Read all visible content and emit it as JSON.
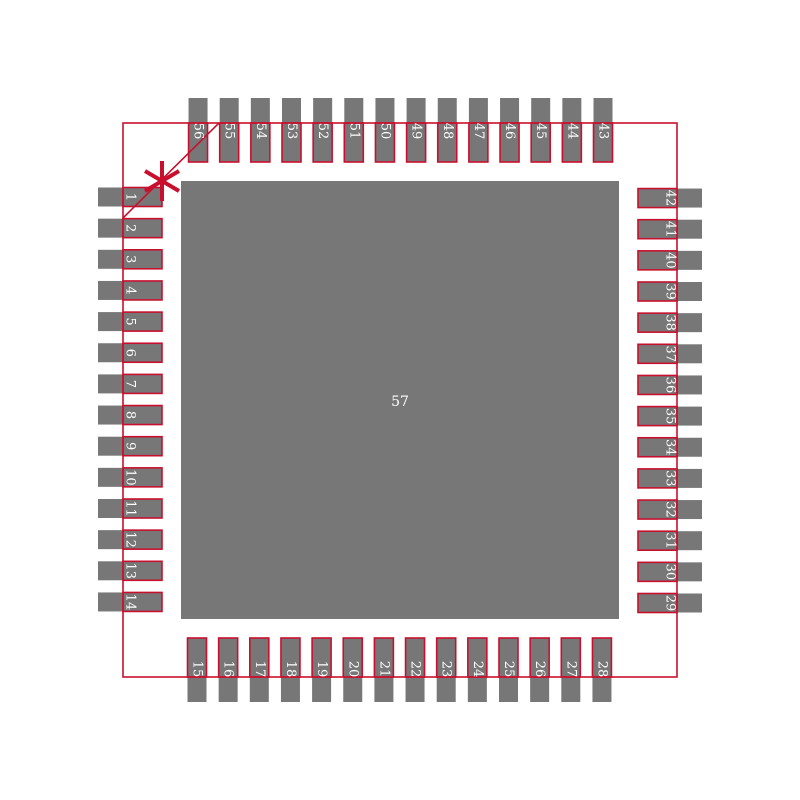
{
  "colors": {
    "background": "#ffffff",
    "pad_fill": "#777777",
    "pad_outline": "#c8102e",
    "body_outline": "#c8102e",
    "pin1_marker": "#c8102e",
    "label_text": "#ffffff"
  },
  "package": {
    "exposed_pad_label": "57",
    "pin1_marker_icon": "asterisk-icon",
    "left_pins": [
      "1",
      "2",
      "3",
      "4",
      "5",
      "6",
      "7",
      "8",
      "9",
      "10",
      "11",
      "12",
      "13",
      "14"
    ],
    "bottom_pins": [
      "15",
      "16",
      "17",
      "18",
      "19",
      "20",
      "21",
      "22",
      "23",
      "24",
      "25",
      "26",
      "27",
      "28"
    ],
    "right_pins": [
      "29",
      "30",
      "31",
      "32",
      "33",
      "34",
      "35",
      "36",
      "37",
      "38",
      "39",
      "40",
      "41",
      "42"
    ],
    "top_pins": [
      "43",
      "44",
      "45",
      "46",
      "47",
      "48",
      "49",
      "50",
      "51",
      "52",
      "53",
      "54",
      "55",
      "56"
    ]
  }
}
